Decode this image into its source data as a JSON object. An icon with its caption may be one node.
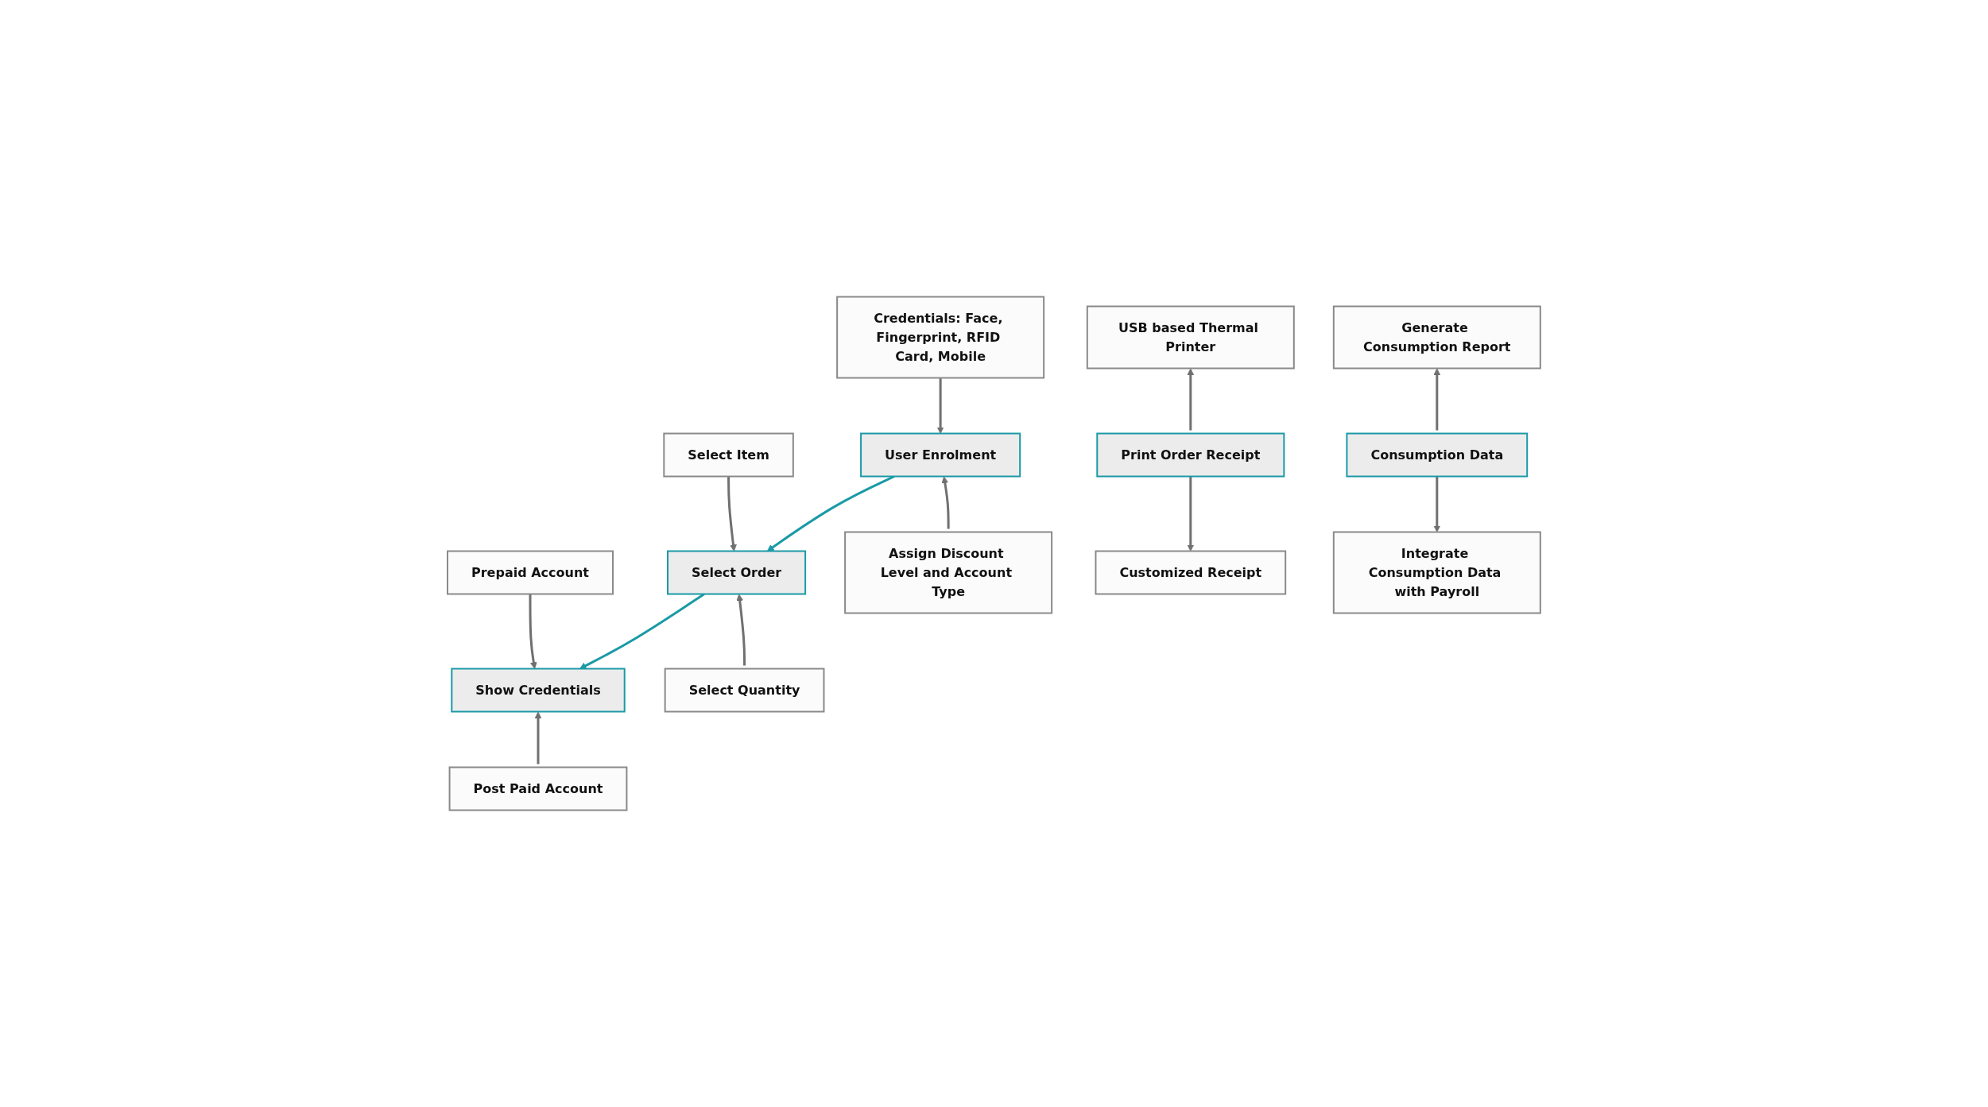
{
  "diagram": {
    "nodes": [
      {
        "text": [
          "Credentials: Face, Fingerprint, RFID Card, Mobile"
        ]
      },
      {
        "text": [
          "Select Item"
        ]
      },
      {
        "text": [
          "Prepaid Account"
        ]
      },
      {
        "text": [
          "USB based Thermal Printer"
        ]
      },
      {
        "text": [
          "Generate Consumption Report"
        ]
      },
      {
        "text": [
          "User Enrolment"
        ]
      },
      {
        "text": [
          "Select Order"
        ]
      },
      {
        "text": [
          "Show Credentials"
        ]
      },
      {
        "text": [
          "Print Order Receipt"
        ]
      },
      {
        "text": [
          "Consumption Data"
        ]
      },
      {
        "text": [
          "Assign Discount Level and Account Type"
        ]
      },
      {
        "text": [
          "Select Quantity"
        ]
      },
      {
        "text": [
          "Post Paid Account"
        ]
      },
      {
        "text": [
          "Customized Receipt"
        ]
      },
      {
        "text": [
          "Integrate Consumption Data with Payroll"
        ]
      }
    ],
    "edges": [
      {
        "from": 0,
        "to": 5,
        "arrow": "to"
      },
      {
        "from": 1,
        "to": 6,
        "arrow": "to"
      },
      {
        "from": 2,
        "to": 7,
        "arrow": "to"
      },
      {
        "from": 8,
        "to": 3,
        "arrow": "to"
      },
      {
        "from": 9,
        "to": 4,
        "arrow": "to"
      },
      {
        "from": 5,
        "to": 6,
        "arrow": "to",
        "color": "#1a9aa6"
      },
      {
        "from": 6,
        "to": 7,
        "arrow": "to",
        "color": "#1a9aa6"
      },
      {
        "from": 10,
        "to": 5,
        "arrow": "to"
      },
      {
        "from": 11,
        "to": 6,
        "arrow": "to"
      },
      {
        "from": 12,
        "to": 7,
        "arrow": "to"
      },
      {
        "from": 8,
        "to": 13,
        "arrow": "to"
      },
      {
        "from": 9,
        "to": 14,
        "arrow": "to"
      }
    ]
  }
}
